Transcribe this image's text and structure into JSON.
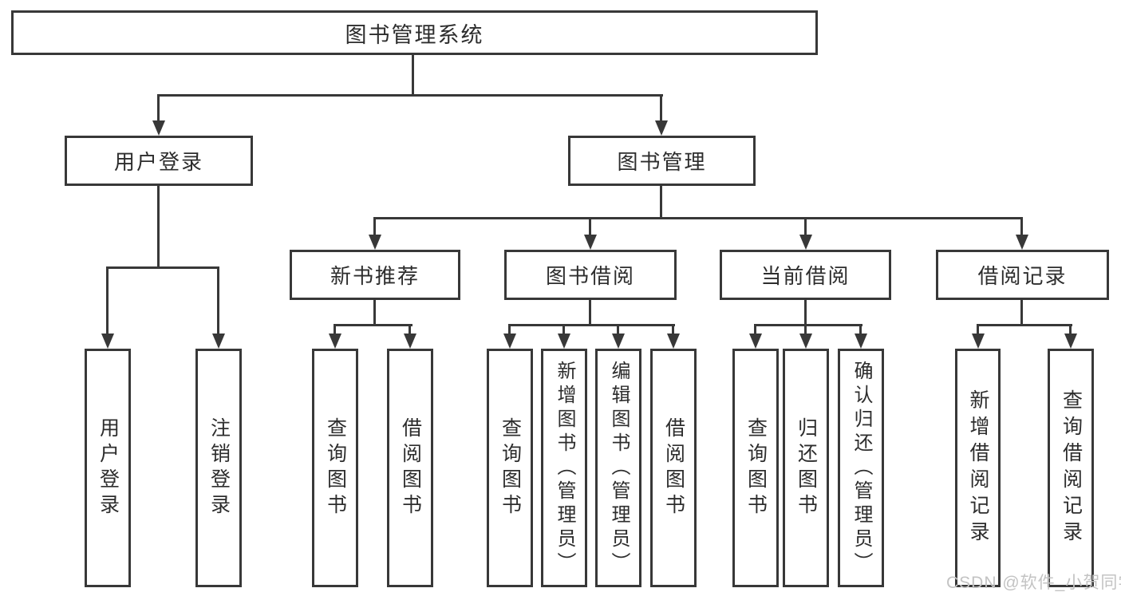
{
  "tree": {
    "root": {
      "label": "图书管理系统"
    },
    "user_login": {
      "label": "用户登录",
      "leaves": [
        {
          "label": "用户登录"
        },
        {
          "label": "注销登录"
        }
      ]
    },
    "book_mgmt": {
      "label": "图书管理",
      "sections": [
        {
          "label": "新书推荐",
          "leaves": [
            {
              "label": "查询图书"
            },
            {
              "label": "借阅图书"
            }
          ]
        },
        {
          "label": "图书借阅",
          "leaves": [
            {
              "label": "查询图书"
            },
            {
              "label": "新增图书（管理员）"
            },
            {
              "label": "编辑图书（管理员）"
            },
            {
              "label": "借阅图书"
            }
          ]
        },
        {
          "label": "当前借阅",
          "leaves": [
            {
              "label": "查询图书"
            },
            {
              "label": "归还图书"
            },
            {
              "label": "确认归还（管理员）"
            }
          ]
        },
        {
          "label": "借阅记录",
          "leaves": [
            {
              "label": "新增借阅记录"
            },
            {
              "label": "查询借阅记录"
            }
          ]
        }
      ]
    }
  },
  "watermark": {
    "text": "CSDN @软件_小贺同学"
  },
  "colors": {
    "line": "#383838",
    "box_fill": "#ffffff",
    "text": "#2d2d2d",
    "watermark": "#c3c3c3"
  }
}
